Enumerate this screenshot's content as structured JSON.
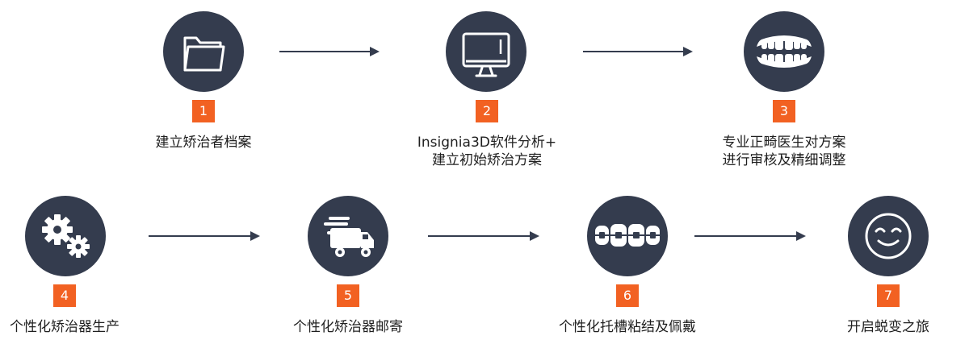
{
  "colors": {
    "circle": "#343c4e",
    "badge": "#f26122",
    "arrow": "#343c4e"
  },
  "steps": [
    {
      "number": "1",
      "icon": "folder-icon",
      "lines": [
        "建立矫治者档案"
      ]
    },
    {
      "number": "2",
      "icon": "monitor-icon",
      "lines": [
        "Insignia3D软件分析+",
        "建立初始矫治方案"
      ]
    },
    {
      "number": "3",
      "icon": "teeth-icon",
      "lines": [
        "专业正畸医生对方案",
        "进行审核及精细调整"
      ]
    },
    {
      "number": "4",
      "icon": "gears-icon",
      "lines": [
        "个性化矫治器生产"
      ]
    },
    {
      "number": "5",
      "icon": "delivery-truck-icon",
      "lines": [
        "个性化矫治器邮寄"
      ]
    },
    {
      "number": "6",
      "icon": "braces-icon",
      "lines": [
        "个性化托槽粘结及佩戴"
      ]
    },
    {
      "number": "7",
      "icon": "smiley-face-icon",
      "lines": [
        "开启蜕变之旅"
      ]
    }
  ]
}
